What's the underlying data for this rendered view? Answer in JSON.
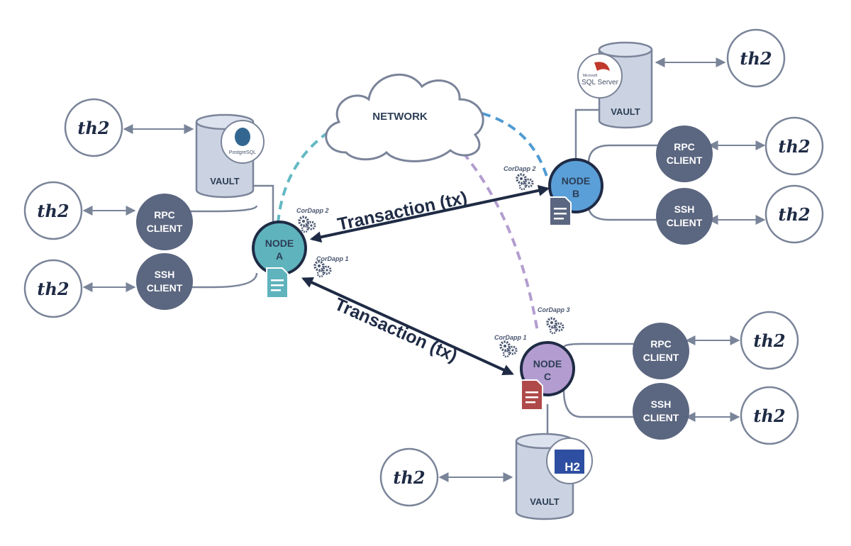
{
  "diagram": {
    "network_label": "NETWORK",
    "vault_label": "VAULT",
    "tool_label": "th2",
    "rpc_label_line1": "RPC",
    "rpc_label_line2": "CLIENT",
    "ssh_label_line1": "SSH",
    "ssh_label_line2": "CLIENT",
    "node_word": "NODE",
    "nodes": [
      {
        "letter": "A",
        "color": "#5fb3bd"
      },
      {
        "letter": "B",
        "color": "#5a9fd8"
      },
      {
        "letter": "C",
        "color": "#b39dd0"
      }
    ],
    "transaction_label": "Transaction (tx)",
    "cordapps": {
      "a_upper": "CorDapp 2",
      "a_lower": "CorDapp 1",
      "b": "CorDapp 2",
      "c_left": "CorDapp 1",
      "c_right": "CorDapp 3"
    },
    "db_logos": {
      "postgres": "PostgreSQL",
      "sqlserver_small": "Microsoft",
      "sqlserver": "SQL Server",
      "h2": "H2"
    },
    "colors": {
      "client": "#5b6680",
      "vault_fill": "#cbd3e2",
      "dark": "#1f2b45",
      "line": "#7a8499",
      "doc_a": "#5fb3bd",
      "doc_b": "#5b6680",
      "doc_c": "#b04a4a",
      "dash_a": "#63b9c4",
      "dash_b": "#4f9bd3",
      "dash_c": "#b39dd0"
    },
    "icons": [
      "cloud-icon",
      "gears-icon",
      "document-icon",
      "database-icon",
      "th2-logo"
    ]
  }
}
